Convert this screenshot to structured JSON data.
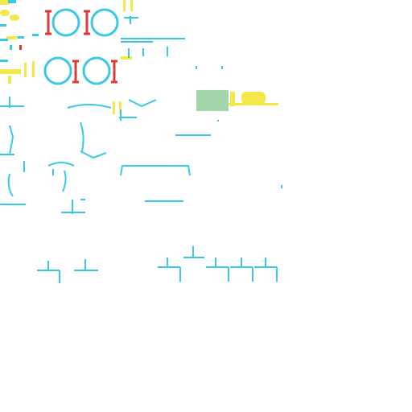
{
  "sheet": {
    "description_text": "",
    "colors": {
      "background": "#ffffff",
      "cyan": "#39c9e6",
      "red": "#d93a3a",
      "yellow": "#f2e84a",
      "green": "#a2d6aa"
    },
    "pieces": [
      {
        "name": "eye-pair-top",
        "kind": "sprite"
      },
      {
        "name": "eye-pair-middle",
        "kind": "sprite"
      },
      {
        "name": "yellow-glyphs",
        "kind": "sprite"
      },
      {
        "name": "green-swatch",
        "kind": "sprite"
      },
      {
        "name": "cyan-line-fragments",
        "kind": "sprite"
      }
    ]
  }
}
